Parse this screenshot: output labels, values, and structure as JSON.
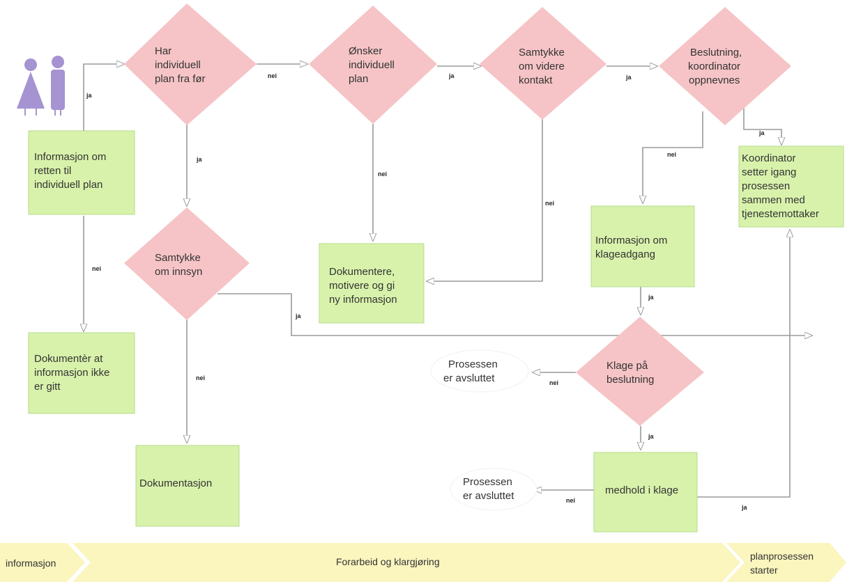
{
  "colors": {
    "decision_fill": "#f6c4c6",
    "process_fill": "#d8f2ab",
    "process_stroke": "#b5dc8a",
    "arrow": "#9a9a9a",
    "figure": "#a593d2",
    "phase_fill": "#fbf5be"
  },
  "icons": {
    "people": "people-icon"
  },
  "decisions": {
    "har_plan": [
      "Har",
      "individuell",
      "plan fra før"
    ],
    "onsker_plan": [
      "Ønsker",
      "individuell",
      "plan"
    ],
    "samtykke_kontakt": [
      "Samtykke",
      "om videre",
      "kontakt"
    ],
    "beslutning": [
      "Beslutning,",
      "koordinator",
      "oppnevnes"
    ],
    "samtykke_innsyn": [
      "Samtykke",
      "om innsyn"
    ],
    "klage": [
      "Klage på",
      "beslutning"
    ]
  },
  "processes": {
    "informasjon_retten": [
      "Informasjon om",
      "retten til",
      "individuell plan"
    ],
    "dokumenter_ikke_gitt": [
      "Dokumentèr at",
      "informasjon ikke",
      "er gitt"
    ],
    "dokumentere_motivere": [
      "Dokumentere,",
      "motivere og gi",
      "ny informasjon"
    ],
    "koordinator": [
      "Koordinator",
      "setter igang",
      "prosessen",
      "sammen med",
      "tjenestemottaker"
    ],
    "klageadgang": [
      "Informasjon om",
      "klageadgang"
    ],
    "dokumentasjon": [
      "Dokumentasjon"
    ],
    "medhold": [
      "medhold i klage"
    ]
  },
  "terminals": {
    "avsluttet_1": [
      "Prosessen",
      "er avsluttet"
    ],
    "avsluttet_2": [
      "Prosessen",
      "er avsluttet"
    ]
  },
  "edge_labels": {
    "ja_start": "ja",
    "nei_har_plan": "nei",
    "ja_onsker": "ja",
    "ja_samtykke_kontakt": "ja",
    "ja_har_plan_down": "ja",
    "nei_onsker_down": "nei",
    "nei_samtykke_kontakt": "nei",
    "nei_beslutning": "nei",
    "ja_beslutning": "ja",
    "nei_info_down": "nei",
    "ja_innsyn": "ja",
    "nei_innsyn": "nei",
    "ja_klageadgang": "ja",
    "nei_klage": "nei",
    "ja_klage": "ja",
    "nei_medhold": "nei",
    "ja_medhold": "ja"
  },
  "phases": {
    "informasjon": "informasjon",
    "forarbeid": "Forarbeid og klargjøring",
    "planprosessen": [
      "planprosessen",
      "starter"
    ]
  }
}
